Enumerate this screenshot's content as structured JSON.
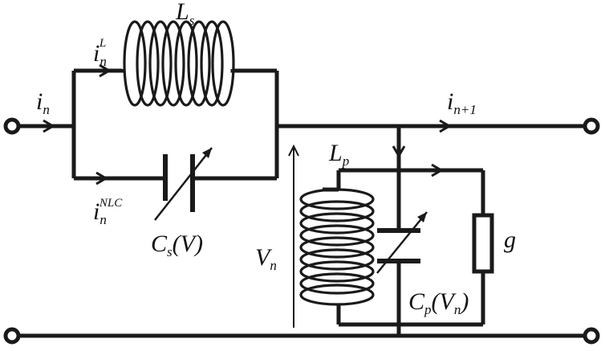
{
  "labels": {
    "ls": {
      "main": "L",
      "sub": "s"
    },
    "in_l": {
      "main": "i",
      "sub": "n",
      "sup": "L"
    },
    "in": {
      "main": "i",
      "sub": "n"
    },
    "in1": {
      "main": "i",
      "sub": "n+1"
    },
    "in_nlc": {
      "main": "i",
      "sub": "n",
      "sup": "NLC"
    },
    "cs": {
      "main": "C",
      "sub": "s",
      "rest": "(V)"
    },
    "lp": {
      "main": "L",
      "sub": "p"
    },
    "vn": {
      "main": "V",
      "sub": "n"
    },
    "g": {
      "main": "g"
    },
    "cp": {
      "main": "C",
      "sub": "p",
      "open": "(V",
      "sub2": "n",
      "close": ")"
    }
  },
  "components": [
    "series-inductor-Ls",
    "series-variable-capacitor-Cs",
    "shunt-inductor-Lp",
    "shunt-variable-capacitor-Cp",
    "shunt-conductance-g"
  ]
}
